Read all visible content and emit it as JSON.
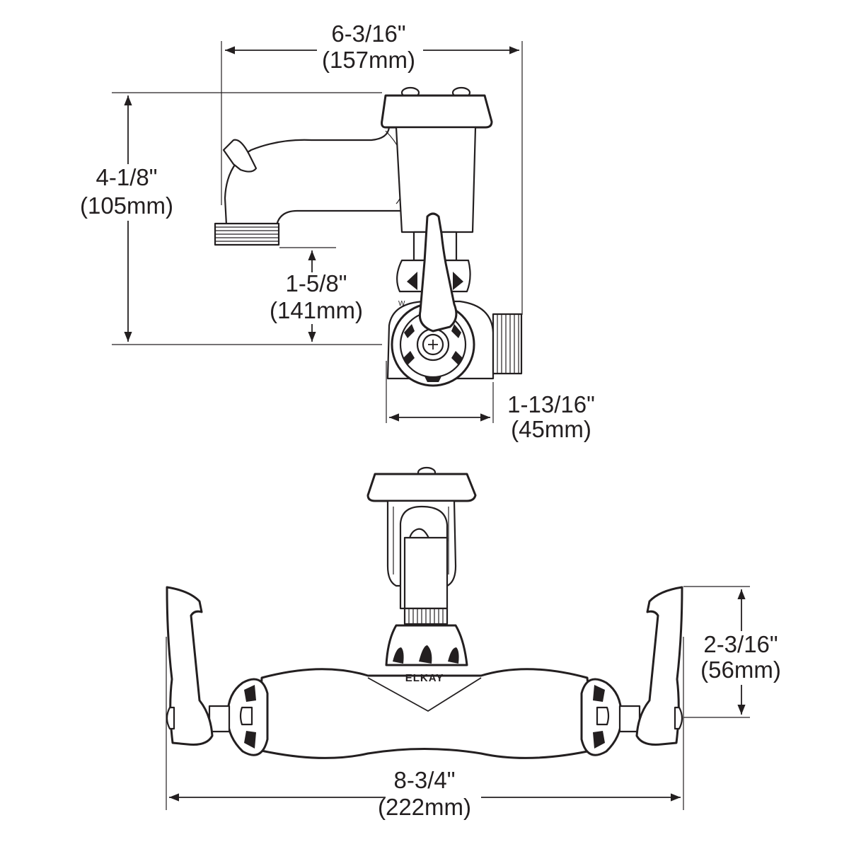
{
  "dimensions": {
    "top_width": {
      "imperial": "6-3/16\"",
      "metric": "(157mm)"
    },
    "side_height": {
      "imperial": "4-1/8\"",
      "metric": "(105mm)"
    },
    "spout_clearance": {
      "imperial": "1-5/8\"",
      "metric": "(141mm)"
    },
    "valve_depth": {
      "imperial": "1-13/16\"",
      "metric": "(45mm)"
    },
    "front_height": {
      "imperial": "2-3/16\"",
      "metric": "(56mm)"
    },
    "overall_width": {
      "imperial": "8-3/4\"",
      "metric": "(222mm)"
    }
  },
  "brand": "ELKAY",
  "colors": {
    "line": "#231f20",
    "background": "#ffffff"
  }
}
